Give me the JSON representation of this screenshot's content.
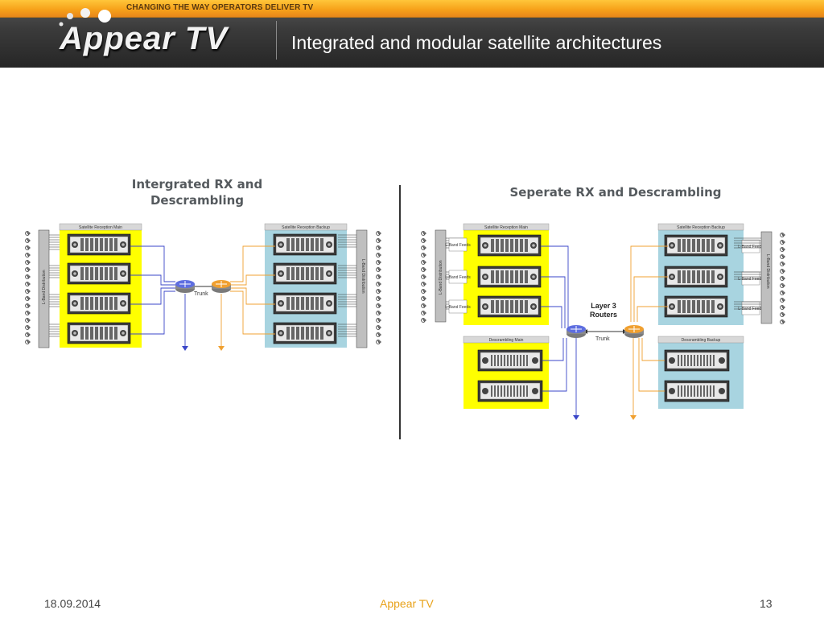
{
  "header": {
    "tagline": "CHANGING THE WAY OPERATORS DELIVER TV",
    "logo_text": "Appear TV",
    "slide_title": "Integrated and modular satellite architectures"
  },
  "left_panel": {
    "title": "Intergrated RX and Descrambling",
    "rack_main_label": "Satellite Reception Main",
    "rack_backup_label": "Satellite Reception Backup",
    "lband_label": "L-Band Distribution",
    "trunk_label": "Trunk"
  },
  "right_panel": {
    "title": "Seperate RX and Descrambling",
    "rack_main_label": "Satellite Reception Main",
    "rack_backup_label": "Satellite Reception Backup",
    "descr_main_label": "Descrambling Main",
    "descr_backup_label": "Descrambling Backup",
    "lband_label": "L-Band Distribution",
    "routers_label_1": "Layer 3",
    "routers_label_2": "Routers",
    "trunk_label": "Trunk",
    "feeds_label": "L-Band Feeds"
  },
  "colors": {
    "main_rack": "#ffff00",
    "backup_rack": "#a8d4e0",
    "main_link": "#3a46c8",
    "backup_link": "#f0a030"
  },
  "footer": {
    "date": "18.09.2014",
    "brand": "Appear TV",
    "page": "13"
  }
}
